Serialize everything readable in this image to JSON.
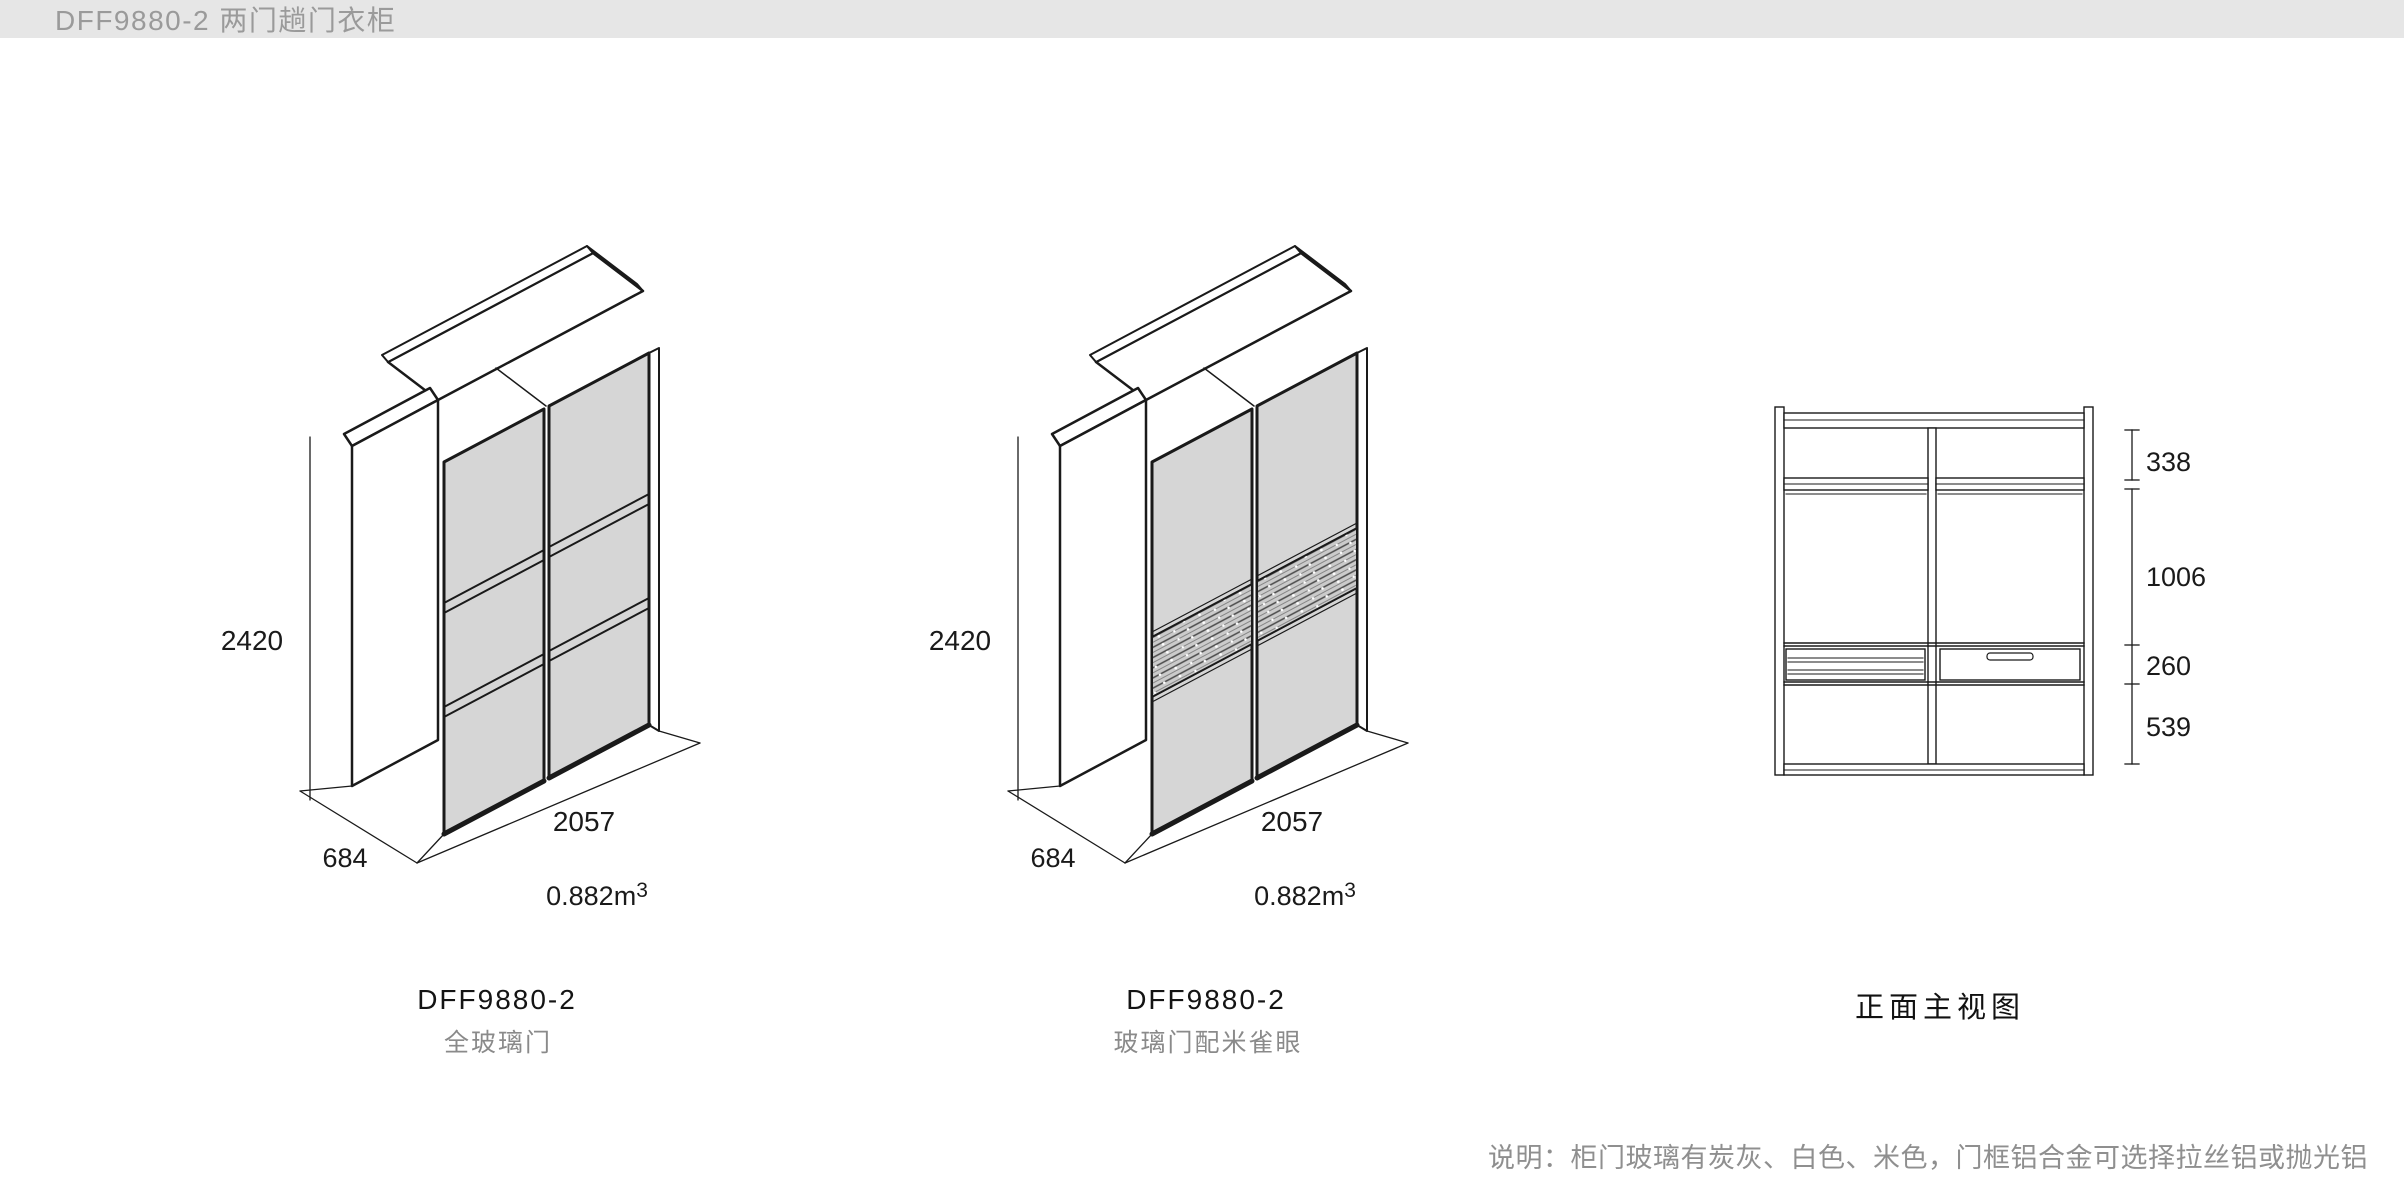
{
  "header": {
    "title": "DFF9880-2 两门趟门衣柜"
  },
  "products": [
    {
      "code": "DFF9880-2",
      "variant": "全玻璃门",
      "height": "2420",
      "width": "2057",
      "depth": "684",
      "volume_value": "0.882m",
      "volume_sup": "3"
    },
    {
      "code": "DFF9880-2",
      "variant": "玻璃门配米雀眼",
      "height": "2420",
      "width": "2057",
      "depth": "684",
      "volume_value": "0.882m",
      "volume_sup": "3"
    }
  ],
  "elevation": {
    "title": "正面主视图",
    "sections": [
      {
        "label": "338"
      },
      {
        "label": "1006"
      },
      {
        "label": "260"
      },
      {
        "label": "539"
      }
    ]
  },
  "note": {
    "text": "说明：柜门玻璃有炭灰、白色、米色，门框铝合金可选择拉丝铝或抛光铝"
  },
  "colors": {
    "header_bg": "#e6e6e6",
    "header_text": "#9a9a9a",
    "line": "#1a1a1a",
    "glass": "#d6d6d6",
    "muted_text": "#8a8a8a"
  }
}
